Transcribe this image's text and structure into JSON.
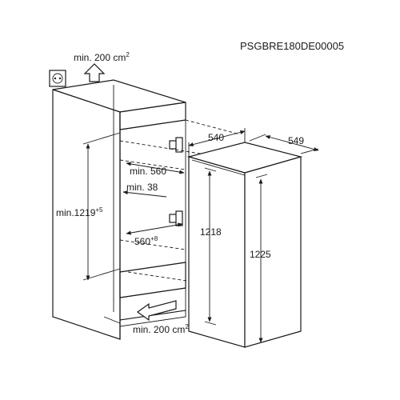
{
  "diagram": {
    "code": "PSGBRE180DE00005",
    "ventilation_top": "min. 200 cm",
    "ventilation_top_sup": "2",
    "ventilation_bottom": "min. 200 cm",
    "ventilation_bottom_sup": "2",
    "niche_height": "min.1219",
    "niche_height_sup": "+5",
    "niche_depth": "min. 560",
    "door_gap": "min. 38",
    "niche_width": "560",
    "niche_width_sup": "+8",
    "appliance_width": "540",
    "appliance_depth": "549",
    "appliance_height_body": "1218",
    "appliance_height_total": "1225"
  }
}
